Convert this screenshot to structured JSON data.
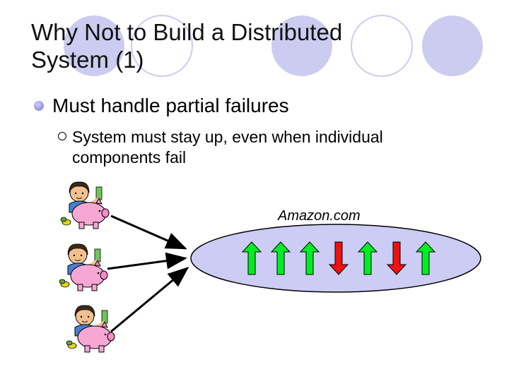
{
  "slide": {
    "title": "Why Not to Build a Distributed\nSystem (1)",
    "bullet_1": "Must handle partial failures",
    "bullet_1_1": "System must stay up, even when individual components fail"
  },
  "diagram": {
    "server_label": "Amazon.com",
    "arrows": [
      "up",
      "up",
      "up",
      "down",
      "up",
      "down",
      "up"
    ],
    "colors": {
      "up": "#00ee22",
      "down": "#ee1111",
      "ellipse": "#ccccf5"
    }
  }
}
